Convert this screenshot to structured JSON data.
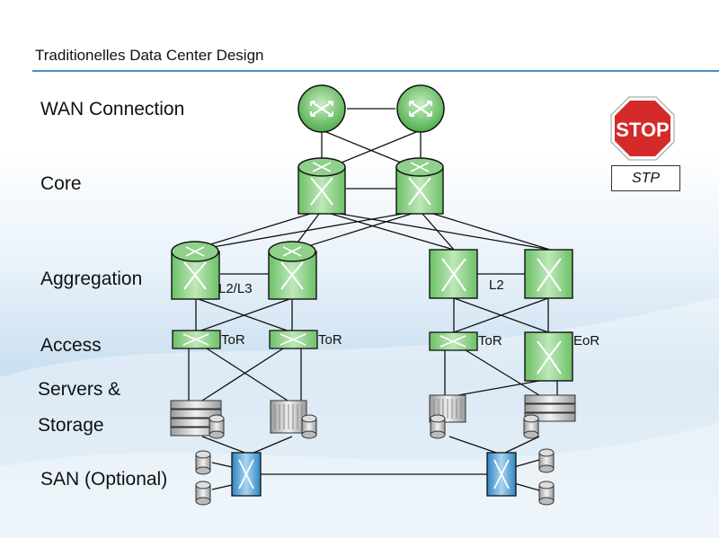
{
  "title": "Traditionelles Data Center Design",
  "layers": {
    "wan": "WAN Connection",
    "core": "Core",
    "aggregation": "Aggregation",
    "access": "Access",
    "servers_line1": "Servers &",
    "servers_line2": "Storage",
    "san": "SAN (Optional)"
  },
  "links": {
    "l2l3": "L2/L3",
    "l2": "L2",
    "tor": "ToR",
    "eor": "EoR"
  },
  "stop_sign": {
    "text": "STOP",
    "color": "#d42a2a"
  },
  "stp_label": "STP",
  "colors": {
    "router": "#5fbf5a",
    "switch": "#8fd08a",
    "san_switch": "#4a9fd6",
    "accent_rule": "#4a90c8"
  }
}
